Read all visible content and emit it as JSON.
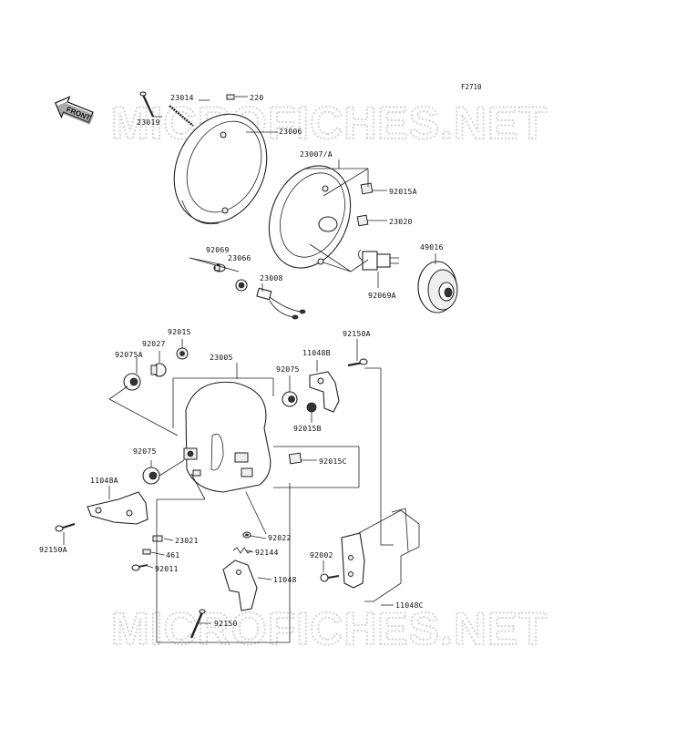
{
  "figure_code": "F2710",
  "front_label": "FRONT",
  "watermark": "MICROFICHES.NET",
  "parts": {
    "p23019": "23019",
    "p23014": "23014",
    "p220": "220",
    "p23006": "23006",
    "p23007A": "23007/A",
    "p92015A": "92015A",
    "p23020": "23020",
    "p49016": "49016",
    "p92069": "92069",
    "p23066": "23066",
    "p23008": "23008",
    "p92069A": "92069A",
    "p92015": "92015",
    "p92027": "92027",
    "p92075A": "92075A",
    "p23005": "23005",
    "p92150A_top": "92150A",
    "p11048B": "11048B",
    "p92075_top": "92075",
    "p92015B": "92015B",
    "p92075_left": "92075",
    "p92015C": "92015C",
    "p11048A": "11048A",
    "p92150A_left": "92150A",
    "p23021": "23021",
    "p461": "461",
    "p92011": "92011",
    "p92022": "92022",
    "p92144": "92144",
    "p92002": "92002",
    "p11048": "11048",
    "p11048C": "11048C",
    "p92150": "92150"
  }
}
